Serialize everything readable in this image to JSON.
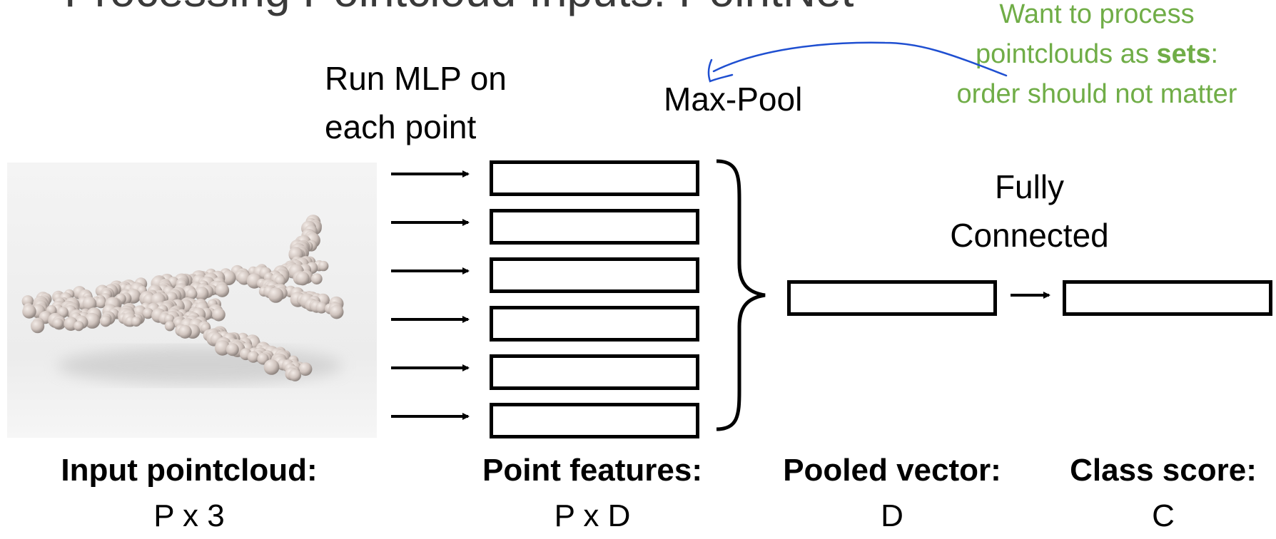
{
  "title": "Processing Pointcloud Inputs: PointNet",
  "note": {
    "line1": "Want to process",
    "line2_pre": "pointclouds as ",
    "line2_bold": "sets",
    "line2_post": ":",
    "line3": "order should not matter"
  },
  "labels": {
    "mlp_line1": "Run MLP on",
    "mlp_line2": "each point",
    "maxpool": "Max-Pool",
    "fc_line1": "Fully",
    "fc_line2": "Connected"
  },
  "captions": [
    {
      "head": "Input pointcloud:",
      "sub": "P x 3"
    },
    {
      "head": "Point features:",
      "sub": "P x D"
    },
    {
      "head": "Pooled vector:",
      "sub": "D"
    },
    {
      "head": "Class score:",
      "sub": "C"
    }
  ],
  "colors": {
    "note_green": "#70ad47",
    "annotation_blue": "#1f4fd1",
    "point_color": "#cfc3bd"
  },
  "icons": {
    "photo": "airplane-pointcloud-image"
  }
}
